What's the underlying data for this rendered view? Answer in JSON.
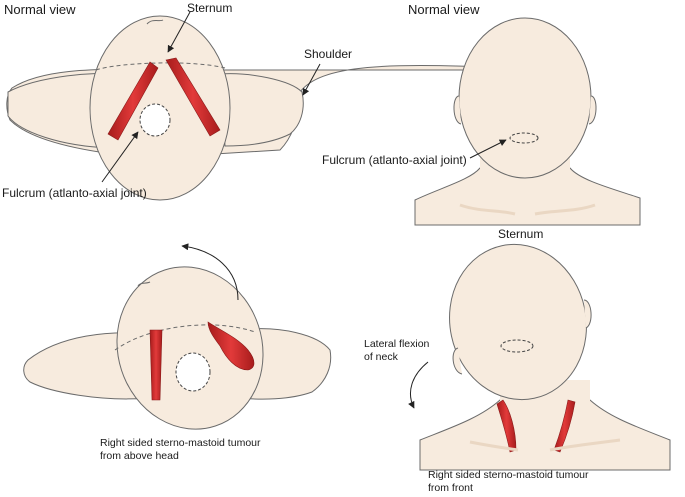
{
  "labels": {
    "normal_view_top_left": "Normal view",
    "sternum_top": "Sternum",
    "shoulder": "Shoulder",
    "normal_view_top_right": "Normal view",
    "fulcrum_right": "Fulcrum (atlanto-axial joint)",
    "fulcrum_left": "Fulcrum (atlanto-axial joint)",
    "sternum_right": "Sternum",
    "lateral_flexion_line1": "Lateral flexion",
    "lateral_flexion_line2": "of neck",
    "caption_above_line1": "Right sided sterno-mastoid tumour",
    "caption_above_line2": "from above head",
    "caption_front_line1": "Right sided sterno-mastoid tumour",
    "caption_front_line2": "from front"
  },
  "colors": {
    "skin": "#f7ebde",
    "outline": "#6b6b6b",
    "muscle": "#d42a2a",
    "muscle_dark": "#a71c1c",
    "arrow": "#222222"
  }
}
